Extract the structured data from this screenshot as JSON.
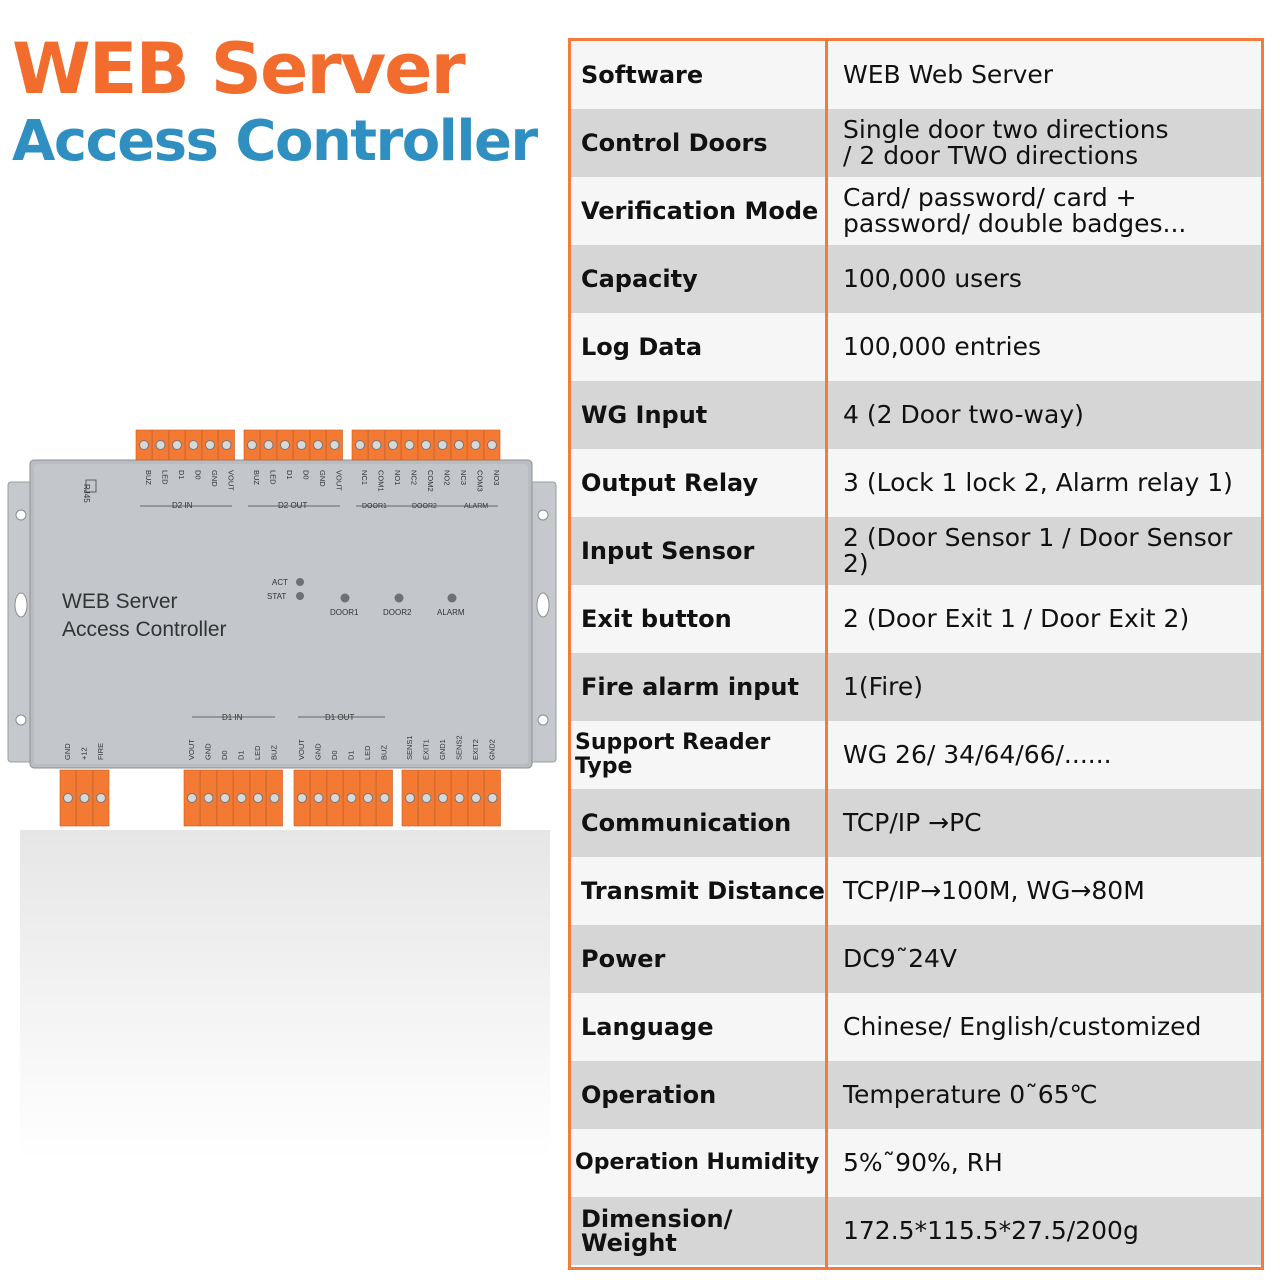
{
  "title": {
    "line1": "WEB Server",
    "line2": "Access Controller"
  },
  "device": {
    "panel_title_line1": "WEB Server",
    "panel_title_line2": "Access Controller",
    "top_labels": [
      "BUZ",
      "LED",
      "D1",
      "D0",
      "GND",
      "VOUT",
      "BUZ",
      "LED",
      "D1",
      "D0",
      "GND",
      "VOUT",
      "NC1",
      "COM1",
      "NO1",
      "NC2",
      "COM2",
      "NO2",
      "NC3",
      "COM3",
      "NO3"
    ],
    "top_groups": [
      "D2 IN",
      "D2 OUT",
      "DOOR1",
      "DOOR2",
      "ALARM"
    ],
    "rj45": "RJ45",
    "bottom_labels": [
      "GND",
      "+12",
      "FIRE",
      "VOUT",
      "GND",
      "D0",
      "D1",
      "LED",
      "BUZ",
      "VOUT",
      "GND",
      "D0",
      "D1",
      "LED",
      "BUZ",
      "SENS1",
      "EXIT1",
      "GND1",
      "SENS2",
      "EXIT2",
      "GND2"
    ],
    "bottom_groups": [
      "D1 IN",
      "D1 OUT"
    ],
    "leds": [
      "ACT",
      "STAT"
    ],
    "indicators": [
      "DOOR1",
      "DOOR2",
      "ALARM"
    ],
    "colors": {
      "body": "#b9bcc0",
      "terminal": "#f47a34"
    }
  },
  "spec_table": [
    {
      "label": "Software",
      "value": "WEB Web Server"
    },
    {
      "label": "Control Doors",
      "value": "Single door two directions\n/ 2 door TWO directions"
    },
    {
      "label": "Verification Mode",
      "value": "Card/ password/ card +\npassword/ double badges..."
    },
    {
      "label": "Capacity",
      "value": "100,000 users"
    },
    {
      "label": "Log Data",
      "value": "100,000 entries"
    },
    {
      "label": "WG Input",
      "value": "4 (2 Door two-way)"
    },
    {
      "label": "Output Relay",
      "value": "3 (Lock 1 lock 2, Alarm relay 1)"
    },
    {
      "label": "Input Sensor",
      "value": "2 (Door Sensor 1 / Door Sensor 2)"
    },
    {
      "label": "Exit button",
      "value": "2 (Door Exit 1 / Door Exit 2)"
    },
    {
      "label": "Fire alarm input",
      "value": "1(Fire)"
    },
    {
      "label": "Support Reader Type",
      "value": "WG 26/ 34/64/66/......"
    },
    {
      "label": "Communication",
      "value": "TCP/IP →PC"
    },
    {
      "label": "Transmit Distance",
      "value": "TCP/IP→100M, WG→80M"
    },
    {
      "label": "Power",
      "value": "DC9˜24V"
    },
    {
      "label": "Language",
      "value": "Chinese/ English/customized"
    },
    {
      "label": "Operation",
      "value": "Temperature 0˜65℃"
    },
    {
      "label": "Operation Humidity",
      "value": "5%˜90%, RH"
    },
    {
      "label": "Dimension/ Weight",
      "value": "172.5*115.5*27.5/200g"
    }
  ],
  "colors": {
    "title_orange": "#f26d2d",
    "title_blue": "#2e8fc0",
    "table_border": "#f47b3c",
    "row_gray": "#d6d6d6",
    "row_white": "#f6f6f6"
  }
}
